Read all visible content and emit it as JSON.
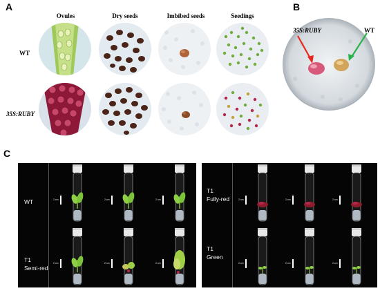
{
  "panels": {
    "a": {
      "letter": "A",
      "columns": [
        "Ovules",
        "Dry seeds",
        "Imbibed seeds",
        "Seedings"
      ],
      "rows": [
        "WT",
        "35S:RUBY"
      ]
    },
    "b": {
      "letter": "B",
      "labels": {
        "left": "35S:RUBY",
        "right": "WT"
      },
      "arrow_colors": {
        "left": "#e8271e",
        "right": "#27b34a"
      }
    },
    "c": {
      "letter": "C",
      "left_box": {
        "rows": [
          {
            "label": "WT"
          },
          {
            "label_line1": "T1",
            "label_line2": "Semi-red"
          }
        ]
      },
      "right_box": {
        "rows": [
          {
            "label_line1": "T1",
            "label_line2": "Fully-red"
          },
          {
            "label_line1": "T1",
            "label_line2": "Green"
          }
        ]
      },
      "scale_label": "2 cm"
    }
  },
  "colors": {
    "background": "#ffffff",
    "panel_c_background": "#050505",
    "ruby_red": "#b3284a",
    "wt_green": "#8bc34a",
    "seed_brown": "#4a2418"
  }
}
